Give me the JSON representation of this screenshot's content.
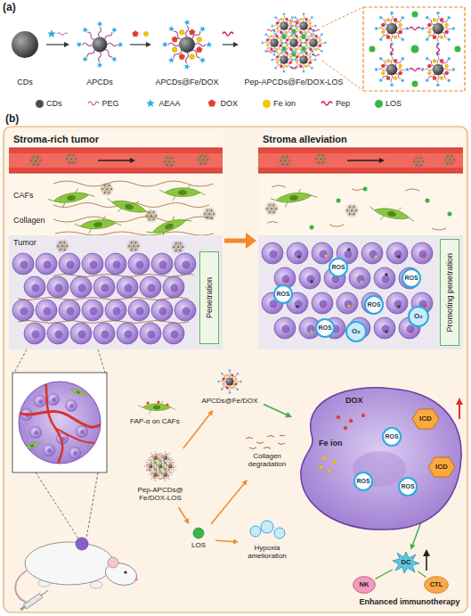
{
  "diagram": {
    "nodes": [
      {
        "text": [
          "CDs"
        ]
      },
      {
        "text": [
          "APCDs"
        ]
      },
      {
        "text": [
          "APCDs@Fe/DOX"
        ]
      },
      {
        "text": [
          "Pep-APCDs@Fe/DOX-LOS"
        ]
      },
      {
        "text": [
          "Stroma-rich tumor"
        ]
      },
      {
        "text": [
          "Penetration"
        ],
        "in": 4
      },
      {
        "text": [
          "Stroma alleviation"
        ]
      },
      {
        "text": [
          "Promoting penetration"
        ],
        "in": 6
      },
      {
        "text": [
          "ROS"
        ],
        "in": 6
      },
      {
        "text": [
          "ROS"
        ],
        "in": 6
      },
      {
        "text": [
          "ROS"
        ],
        "in": 6
      },
      {
        "text": [
          "ROS"
        ],
        "in": 6
      },
      {
        "text": [
          "ROS"
        ],
        "in": 6
      },
      {
        "text": [
          "O₂"
        ],
        "in": 6
      },
      {
        "text": [
          "O₂"
        ],
        "in": 6
      },
      {
        "text": [
          "Pep-APCDs@ Fe/DOX-LOS"
        ]
      },
      {
        "text": [
          "APCDs@Fe/DOX"
        ]
      },
      {
        "text": [
          "LOS"
        ]
      },
      {
        "text": [
          "Collagen degradation"
        ]
      },
      {
        "text": [
          "Hypoxia amelioration"
        ]
      },
      {
        "text": [
          "DOX",
          "Fe ion"
        ]
      },
      {
        "text": [
          "ROS"
        ],
        "in": 20
      },
      {
        "text": [
          "ROS"
        ],
        "in": 20
      },
      {
        "text": [
          "ROS"
        ],
        "in": 20
      },
      {
        "text": [
          "ICD"
        ],
        "in": 20
      },
      {
        "text": [
          "ICD"
        ],
        "in": 20
      },
      {
        "text": [
          "DC"
        ]
      },
      {
        "text": [
          "NK"
        ]
      },
      {
        "text": [
          "CTL"
        ]
      }
    ],
    "edges": [
      {
        "from": 0,
        "to": 1,
        "arrow": "to"
      },
      {
        "from": 1,
        "to": 2,
        "arrow": "to"
      },
      {
        "from": 2,
        "to": 3,
        "arrow": "to"
      },
      {
        "from": 4,
        "to": 6,
        "arrow": "to"
      },
      {
        "from": 15,
        "to": 16,
        "arrow": "to"
      },
      {
        "from": 15,
        "to": 17,
        "arrow": "to"
      },
      {
        "from": 17,
        "to": 18,
        "arrow": "to"
      },
      {
        "from": 17,
        "to": 19,
        "arrow": "to"
      },
      {
        "from": 16,
        "to": 20,
        "arrow": "to"
      },
      {
        "from": 25,
        "to": 26,
        "arrow": "to"
      },
      {
        "from": 26,
        "to": 27,
        "arrow": "none"
      },
      {
        "from": 26,
        "to": 28,
        "arrow": "none"
      }
    ],
    "labels": [
      "(a)",
      "(b)",
      "CAFs",
      "Collagen",
      "Tumor",
      "FAP-α on CAFs",
      "Enhanced immunotherapy"
    ],
    "legend": [
      {
        "text": "CDs",
        "color": "#4d4d4d"
      },
      {
        "text": "PEG"
      },
      {
        "text": "AEAA"
      },
      {
        "text": "DOX"
      },
      {
        "text": "Fe ion",
        "color": "#f7c600"
      },
      {
        "text": "Pep"
      },
      {
        "text": "LOS",
        "color": "#39b54a"
      }
    ]
  }
}
